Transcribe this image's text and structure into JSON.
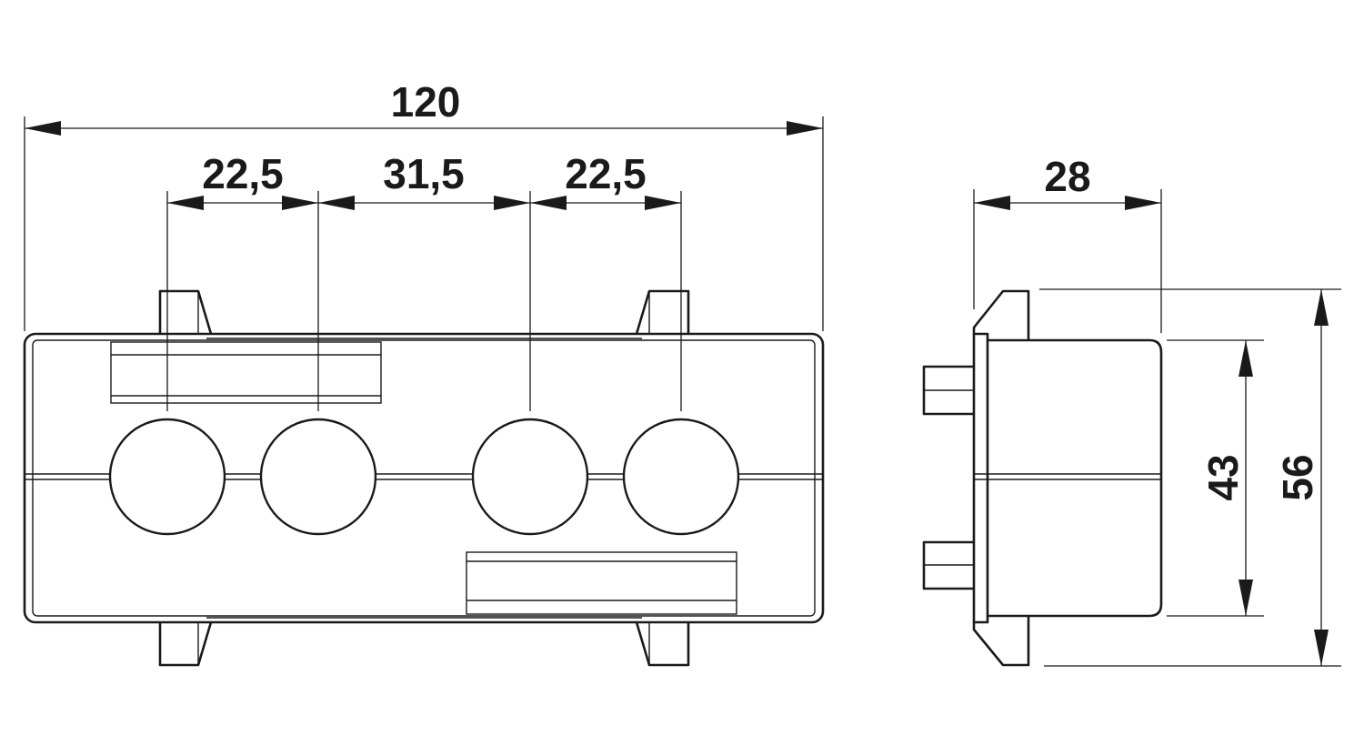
{
  "dimensions": {
    "overall_width": "120",
    "pitch_left": "22,5",
    "pitch_center": "31,5",
    "pitch_right": "22,5",
    "side_depth": "28",
    "inner_height": "43",
    "outer_height": "56"
  },
  "colors": {
    "line": "#1a1a1a",
    "background": "#ffffff"
  }
}
